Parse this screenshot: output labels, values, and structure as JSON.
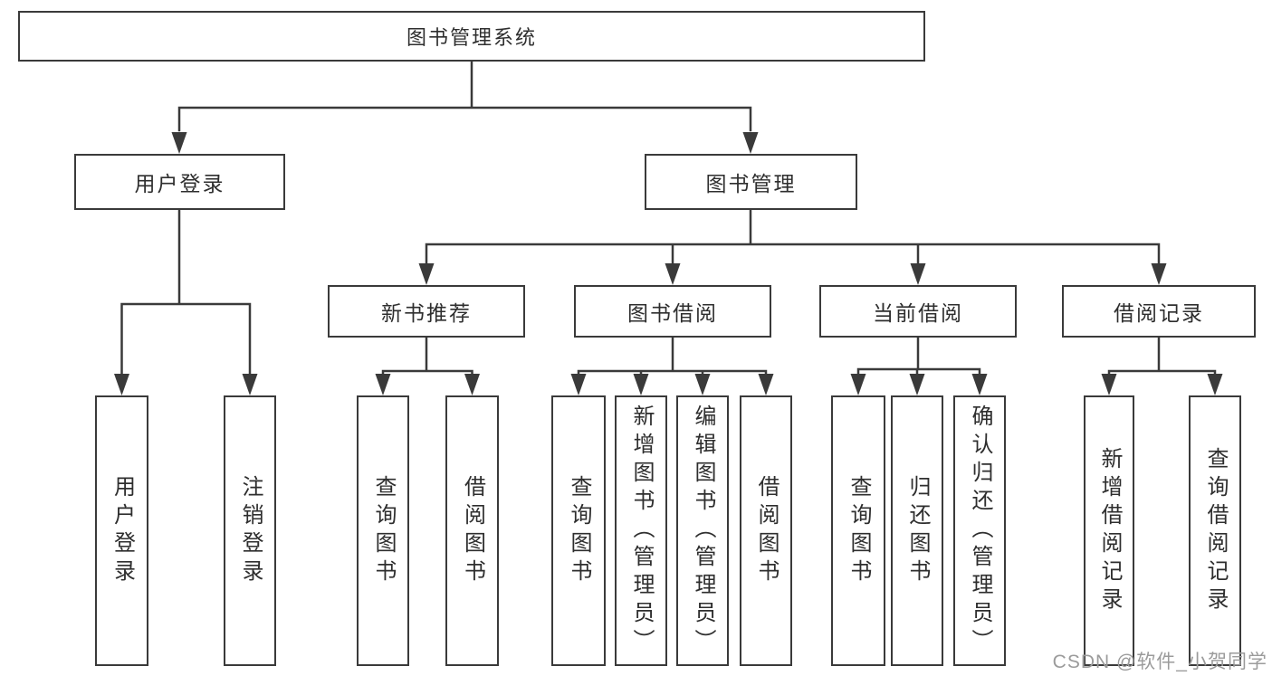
{
  "diagram": {
    "title": "图书管理系统",
    "root": {
      "label": "图书管理系统"
    },
    "level2": [
      {
        "label": "用户登录"
      },
      {
        "label": "图书管理"
      }
    ],
    "level3": [
      {
        "label": "新书推荐"
      },
      {
        "label": "图书借阅"
      },
      {
        "label": "当前借阅"
      },
      {
        "label": "借阅记录"
      }
    ],
    "leaves": {
      "user_login": [
        "用户登录",
        "注销登录"
      ],
      "new_books": [
        "查询图书",
        "借阅图书"
      ],
      "book_borrow": [
        "查询图书",
        "新增图书（管理员）",
        "编辑图书（管理员）",
        "借阅图书"
      ],
      "current_borrow": [
        "查询图书",
        "归还图书",
        "确认归还（管理员）"
      ],
      "borrow_records": [
        "新增借阅记录",
        "查询借阅记录"
      ]
    }
  },
  "watermark": "CSDN @软件_小贺同学",
  "colors": {
    "line": "#3a3a3a",
    "box_border": "#3a3a3a",
    "text": "#2e2e2e",
    "watermark": "#9b9b9b",
    "background": "#ffffff"
  }
}
